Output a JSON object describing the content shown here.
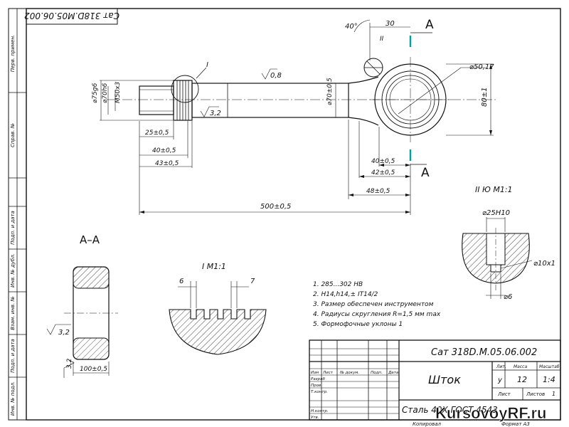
{
  "title_block": {
    "designation": "Сат 318D.М.05.06.002",
    "part_name": "Шток",
    "material": "Сталь 40Х ГОСТ 4543",
    "litera": "у",
    "mass": "12",
    "scale": "1:4",
    "col_izm": "Изм",
    "col_list": "Лист",
    "col_ndokum": "№ докум.",
    "col_podp": "Подп.",
    "col_data": "Дата",
    "row_razrab": "Разраб",
    "row_prov": "Пров.",
    "row_tkontr": "Т.контр.",
    "row_nkontr": "Н.контр.",
    "row_utv": "Утв.",
    "lbl_lit": "Лит.",
    "lbl_massa": "Масса",
    "lbl_masshtab": "Масштаб",
    "lbl_list": "Лист",
    "lbl_listov": "Листов",
    "listov_value": "1",
    "footer_kopiroval": "Копировал",
    "footer_format": "Формат А3"
  },
  "stamp_rotated": "Сат 318D.М05.06.002",
  "side_strip": [
    "Перв. примен.",
    "Справ. №",
    "Подп. и дата",
    "Инв. № дубл.",
    "Взам. инв. №",
    "Подп. и дата",
    "Инв. № подл."
  ],
  "dimensions": {
    "angle": "40°",
    "d30": "30",
    "section_mark": "А",
    "view_callout": "II",
    "roughness_top": "0,8",
    "roughness_groove": "3,2",
    "d50": "⌀50,17",
    "d80": "80±1",
    "d75": "⌀75g6",
    "d70_6": "⌀70h6",
    "m50": "М50х3",
    "d70_5": "⌀70±0,5",
    "d25": "25±0,5",
    "d40a": "40±0,5",
    "d43": "43±0,5",
    "d40b": "40±0,5",
    "d42": "42±0,5",
    "d48": "48±0,5",
    "d500": "500±0,5"
  },
  "section_aa": {
    "title": "А–А",
    "roughness": "3,2",
    "roughness_vert": "3,2",
    "width_dim": "100±0,5"
  },
  "view_i": {
    "title": "I М1:1",
    "dim6": "6",
    "dim7": "7"
  },
  "view_ii": {
    "title": "II Ю М1:1",
    "d25": "⌀25Н10",
    "d10": "⌀10х1",
    "d6": "⌀6"
  },
  "notes": [
    "1. 285...302 НВ",
    "2. Н14,h14,± IT14/2",
    "3. Размер обеспечен инструментом",
    "4. Радиусы скругления R=1,5 мм max",
    "5. Формофочные уклоны 1"
  ],
  "watermark": "KursovoyRF.ru",
  "colors": {
    "ink": "#1a1a1a",
    "accent_line": "#00a0a0",
    "hatch": "#222222",
    "watermark_blue": "#1e4fd8"
  }
}
